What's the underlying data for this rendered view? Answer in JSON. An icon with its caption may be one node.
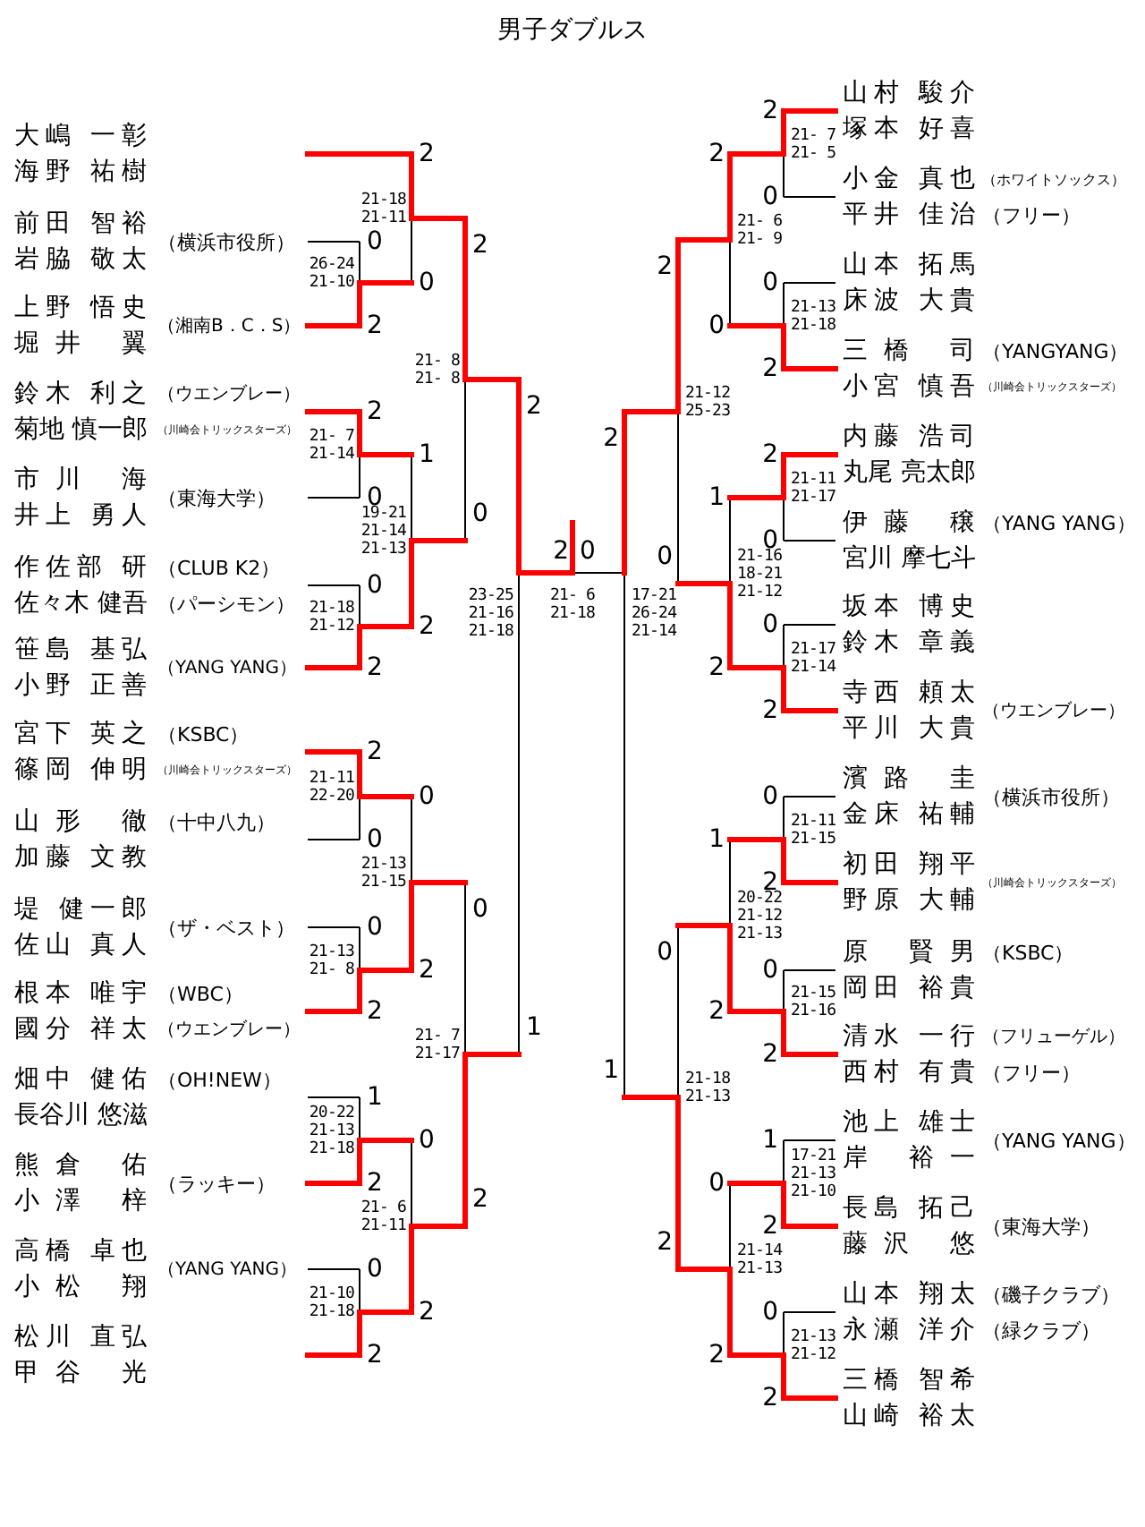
{
  "diagram": {
    "title": "男子ダブルス",
    "labels": [
      "大嶋 一彰",
      "海野 祐樹",
      "前田 智裕",
      "岩脇 敬太",
      "（横浜市役所）",
      "上野 悟史",
      "堀井 翼",
      "（湘南B．C．S）",
      "鈴木 利之",
      "（ウエンブレー）",
      "菊地 慎一郎",
      "（川崎会トリックスターズ）",
      "市川 海",
      "井上 勇人",
      "（東海大学）",
      "作佐部 研",
      "（CLUB K2）",
      "佐々木 健吾",
      "（パーシモン）",
      "笹島 基弘",
      "小野 正善",
      "（YANG YANG）",
      "宮下 英之",
      "（KSBC）",
      "篠岡 伸明",
      "（川崎会トリックスターズ）",
      "山形 徹",
      "（十中八九）",
      "加藤 文教",
      "堤 健一郎",
      "佐山 真人",
      "（ザ・ベスト）",
      "根本 唯宇",
      "（WBC）",
      "國分 祥太",
      "（ウエンブレー）",
      "畑中 健佑",
      "（OH!NEW）",
      "長谷川 悠滋",
      "熊倉 佑",
      "小澤 梓",
      "（ラッキー）",
      "高橋 卓也",
      "小松 翔",
      "（YANG YANG）",
      "松川 直弘",
      "甲谷 光",
      "山村 駿介",
      "塚本 好喜",
      "小金 真也",
      "（ホワイトソックス）",
      "平井 佳治",
      "（フリー）",
      "山本 拓馬",
      "床波 大貴",
      "三橋 司",
      "（YANGYANG）",
      "小宮 慎吾",
      "（川崎会トリックスターズ）",
      "内藤 浩司",
      "丸尾 亮太郎",
      "伊藤 穣",
      "（YANG YANG）",
      "宮川 摩七斗",
      "坂本 博史",
      "鈴木 章義",
      "寺西 頼太",
      "平川 大貴",
      "（ウエンブレー）",
      "濱路 圭",
      "金床 祐輔",
      "（横浜市役所）",
      "初田 翔平",
      "野原 大輔",
      "（川崎会トリックスターズ）",
      "原 賢男",
      "（KSBC）",
      "岡田 裕貴",
      "清水 一行",
      "（フリューゲル）",
      "西村 有貴",
      "（フリー）",
      "池上 雄士",
      "岸 裕一",
      "（YANG YANG）",
      "長島 拓己",
      "藤沢 悠",
      "（東海大学）",
      "山本 翔太",
      "（磯子クラブ）",
      "永瀬 洋介",
      "（緑クラブ）",
      "三橋 智希",
      "山崎 裕太",
      "0",
      "2",
      "26-24 21-10",
      "2",
      "0",
      "21-18 21-11",
      "2",
      "0",
      "21- 7 21-14",
      "0",
      "2",
      "21-18 21-12",
      "1",
      "2",
      "19-21 21-14 21-13",
      "2",
      "0",
      "21- 8 21- 8",
      "2",
      "0",
      "21-11 22-20",
      "0",
      "2",
      "21-13 21- 8",
      "0",
      "2",
      "21-13 21-15",
      "1",
      "2",
      "20-22 21-13 21-18",
      "0",
      "2",
      "21-10 21-18",
      "0",
      "2",
      "21- 6 21-11",
      "0",
      "2",
      "21- 7 21-17",
      "2",
      "1",
      "23-25 21-16 21-18",
      "2",
      "0",
      "21- 6 21-18",
      "2",
      "0",
      "21- 7 21- 5",
      "0",
      "2",
      "21-13 21-18",
      "2",
      "0",
      "21- 6 21- 9",
      "2",
      "0",
      "21-11 21-17",
      "0",
      "2",
      "21-17 21-14",
      "1",
      "2",
      "21-16 18-21 21-12",
      "2",
      "0",
      "21-12 25-23",
      "0",
      "2",
      "21-11 21-15",
      "0",
      "2",
      "21-15 21-16",
      "1",
      "2",
      "20-22 21-12 21-13",
      "1",
      "2",
      "17-21 21-13 21-10",
      "0",
      "2",
      "21-13 21-12",
      "0",
      "2",
      "21-14 21-13",
      "0",
      "2",
      "21-18 21-13",
      "2",
      "1",
      "17-21 26-24 21-14"
    ]
  }
}
